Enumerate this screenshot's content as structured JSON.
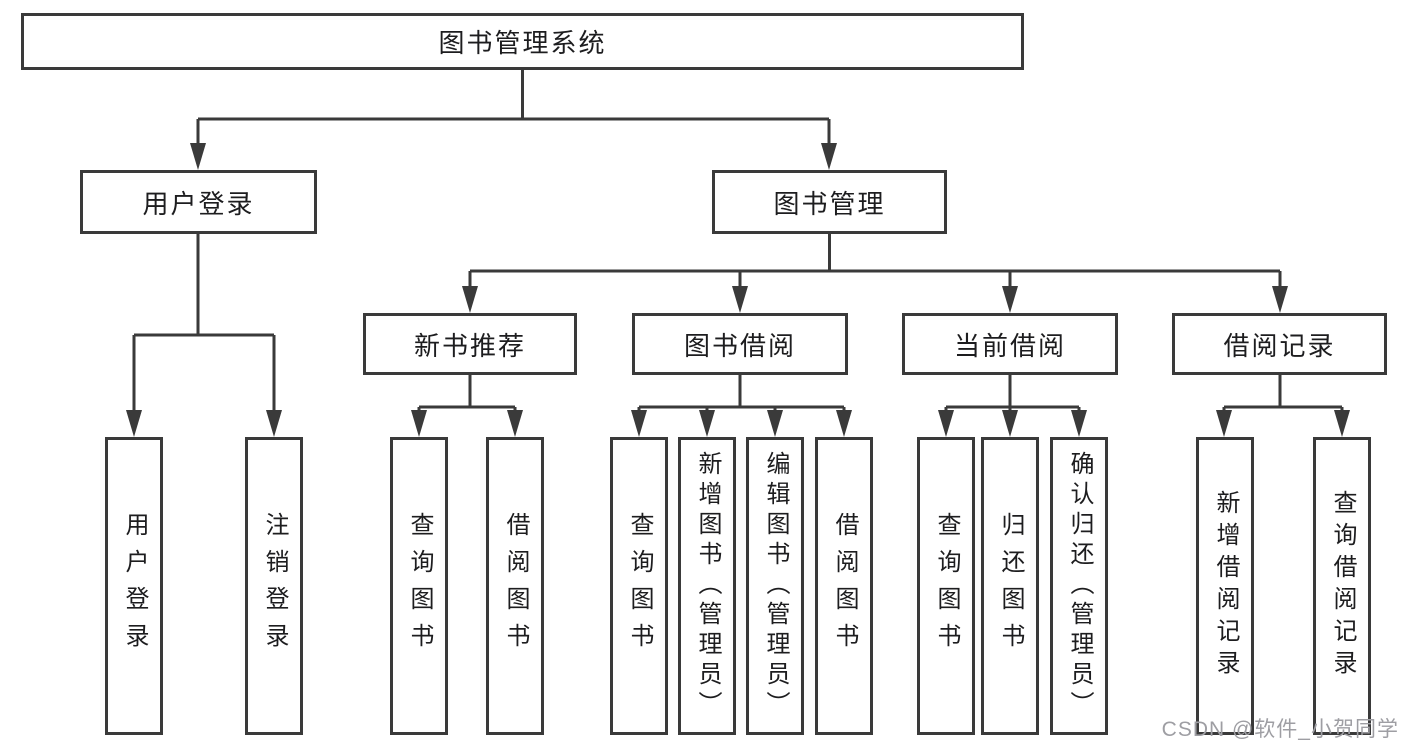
{
  "diagram": {
    "title": "图书管理系统",
    "branches": [
      {
        "label": "用户登录",
        "children": [
          "用户登录",
          "注销登录"
        ]
      },
      {
        "label": "图书管理",
        "children": [
          {
            "label": "新书推荐",
            "children": [
              "查询图书",
              "借阅图书"
            ]
          },
          {
            "label": "图书借阅",
            "children": [
              "查询图书",
              "新增图书（管理员）",
              "编辑图书（管理员）",
              "借阅图书"
            ]
          },
          {
            "label": "当前借阅",
            "children": [
              "查询图书",
              "归还图书",
              "确认归还（管理员）"
            ]
          },
          {
            "label": "借阅记录",
            "children": [
              "新增借阅记录",
              "查询借阅记录"
            ]
          }
        ]
      }
    ]
  },
  "watermark": {
    "text": "CSDN @软件_小贺同学"
  },
  "colors": {
    "line": "#3a3a3a",
    "text": "#1d1d1f",
    "watermark": "#9e9ea3",
    "background": "#ffffff"
  }
}
